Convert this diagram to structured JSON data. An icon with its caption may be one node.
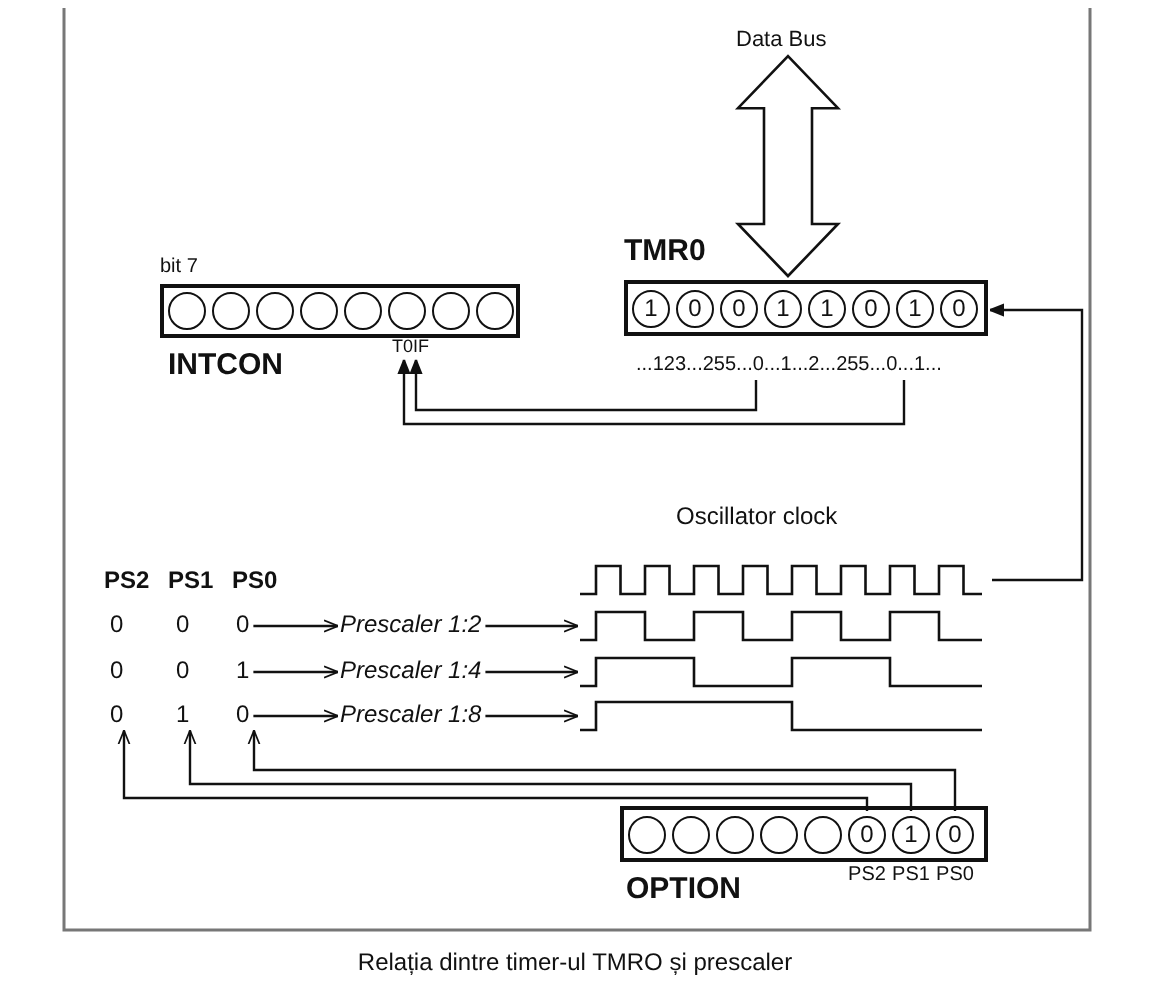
{
  "diagram": {
    "caption": "Relația dintre timer-ul TMRO și prescaler",
    "nodes": [
      {
        "text": [
          "Data Bus"
        ]
      },
      {
        "text": [
          "INTCON"
        ],
        "beside": [
          "bit 7"
        ]
      },
      {
        "text": [],
        "shape": "circle",
        "in": 1
      },
      {
        "text": [],
        "shape": "circle",
        "in": 1
      },
      {
        "text": [],
        "shape": "circle",
        "in": 1
      },
      {
        "text": [],
        "shape": "circle",
        "in": 1
      },
      {
        "text": [],
        "shape": "circle",
        "in": 1
      },
      {
        "text": [],
        "shape": "circle",
        "in": 1
      },
      {
        "text": [],
        "shape": "circle",
        "in": 1
      },
      {
        "text": [],
        "shape": "circle",
        "in": 1
      },
      {
        "text": [
          "T0IF"
        ]
      },
      {
        "text": [
          "TMR0"
        ]
      },
      {
        "text": [
          "1"
        ],
        "in": 11
      },
      {
        "text": [
          "0"
        ],
        "in": 11
      },
      {
        "text": [
          "0"
        ],
        "in": 11
      },
      {
        "text": [
          "1"
        ],
        "in": 11
      },
      {
        "text": [
          "1"
        ],
        "in": 11
      },
      {
        "text": [
          "0"
        ],
        "in": 11
      },
      {
        "text": [
          "1"
        ],
        "in": 11
      },
      {
        "text": [
          "0"
        ],
        "in": 11
      },
      {
        "text": [
          "...123...255...0...1...2...255...0...1..."
        ]
      },
      {
        "text": [
          "Oscillator clock"
        ]
      },
      {
        "text": [
          "0"
        ]
      },
      {
        "text": [
          "Prescaler 1:2"
        ]
      },
      {
        "text": [],
        "shape": "waveform"
      },
      {
        "text": [
          "1"
        ]
      },
      {
        "text": [
          "Prescaler 1:4"
        ]
      },
      {
        "text": [],
        "shape": "waveform"
      },
      {
        "text": [
          "0"
        ]
      },
      {
        "text": [
          "1"
        ]
      },
      {
        "text": [
          "0"
        ]
      },
      {
        "text": [
          "Prescaler 1:8"
        ]
      },
      {
        "text": [],
        "shape": "waveform"
      },
      {
        "text": [
          "OPTION"
        ]
      },
      {
        "text": [],
        "shape": "circle",
        "in": 33
      },
      {
        "text": [],
        "shape": "circle",
        "in": 33
      },
      {
        "text": [],
        "shape": "circle",
        "in": 33
      },
      {
        "text": [],
        "shape": "circle",
        "in": 33
      },
      {
        "text": [],
        "shape": "circle",
        "in": 33
      },
      {
        "text": [
          "0"
        ],
        "in": 33,
        "beside": [
          "PS2"
        ]
      },
      {
        "text": [
          "1"
        ],
        "in": 33,
        "beside": [
          "PS1"
        ]
      },
      {
        "text": [
          "0"
        ],
        "in": 33,
        "beside": [
          "PS0"
        ]
      }
    ],
    "edges": [
      {
        "from": 0,
        "to": 11,
        "arrow": "both"
      },
      {
        "from": 20,
        "to": 10,
        "arrow": "to"
      },
      {
        "from": 20,
        "to": 10,
        "arrow": "to"
      },
      {
        "from": 21,
        "to": 11,
        "arrow": "to"
      },
      {
        "from": 22,
        "to": 23,
        "arrow": "to"
      },
      {
        "from": 23,
        "to": 24,
        "arrow": "to"
      },
      {
        "from": 25,
        "to": 26,
        "arrow": "to"
      },
      {
        "from": 26,
        "to": 27,
        "arrow": "to"
      },
      {
        "from": 30,
        "to": 31,
        "arrow": "to"
      },
      {
        "from": 31,
        "to": 32,
        "arrow": "to"
      },
      {
        "from": 41,
        "to": 30,
        "arrow": "to"
      },
      {
        "from": 40,
        "to": 29,
        "arrow": "to"
      },
      {
        "from": 39,
        "to": 28,
        "arrow": "to"
      }
    ],
    "labels": [
      "PS2",
      "PS1",
      "PS0",
      "0",
      "0",
      "0",
      "0"
    ]
  }
}
